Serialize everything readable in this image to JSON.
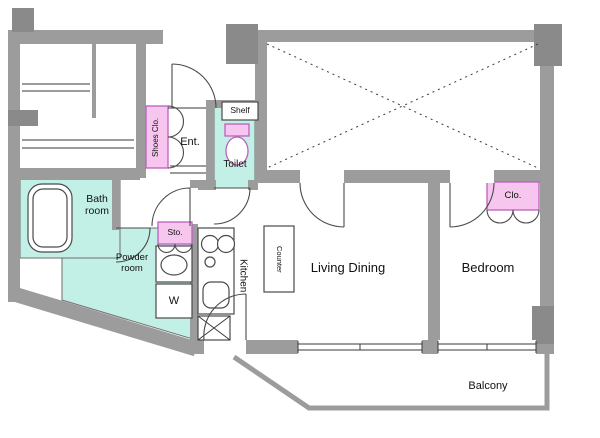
{
  "colors": {
    "wall": "#9c9c9c",
    "column": "#8a8a8a",
    "wet": "#c3f0e6",
    "wetBorder": "#6f6f6f",
    "closet": "#f6c6ee",
    "closetBorder": "#bf5fc0",
    "fixture": "#4a4a4a",
    "line": "#3a3a3a"
  },
  "rooms": {
    "entrance": "Ent.",
    "shoes_closet": "Shoes Clo.",
    "shelf": "Shelf",
    "toilet": "Toilet",
    "bathroom": "Bath room",
    "storage": "Sto.",
    "powder_room": "Powder room",
    "washer": "W",
    "kitchen": "Kitchen",
    "counter": "Counter",
    "living_dining": "Living Dining",
    "bedroom": "Bedroom",
    "closet": "Clo.",
    "balcony": "Balcony"
  }
}
